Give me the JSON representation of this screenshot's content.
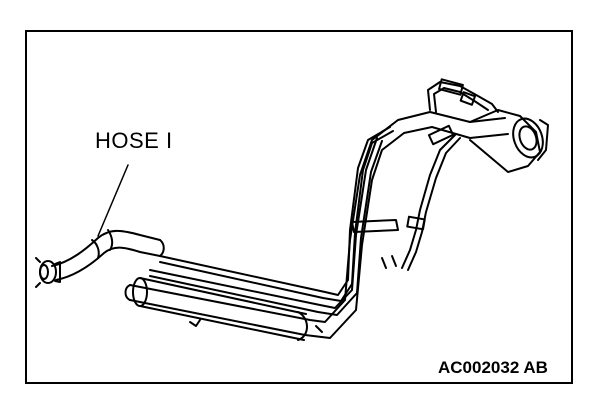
{
  "diagram": {
    "callouts": [
      {
        "id": "hose-i",
        "text": "HOSE I"
      }
    ],
    "figure_code": "AC002032 AB"
  },
  "colors": {
    "ink": "#000000",
    "paper": "#ffffff"
  }
}
